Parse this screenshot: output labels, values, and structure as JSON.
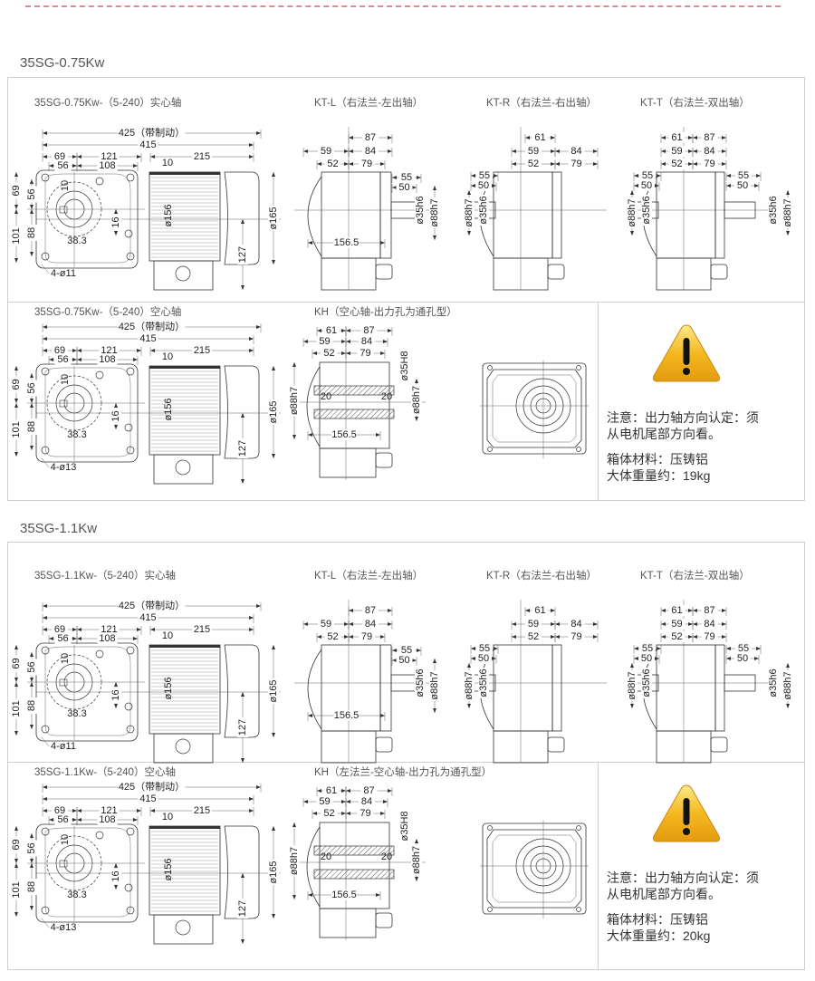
{
  "colors": {
    "top_rule": "#e08a8f",
    "border": "#cfcfcf",
    "warning_yellow": "#f5b820"
  },
  "sections": [
    {
      "title": "35SG-0.75Kw",
      "solid_caption": "35SG-0.75Kw-（5-240）实心轴",
      "ktl_caption": "KT-L（右法兰-左出轴）",
      "ktr_caption": "KT-R（右法兰-右出轴）",
      "ktt_caption": "KT-T（右法兰-双出轴）",
      "hollow_caption": "35SG-0.75Kw-（5-240）空心轴",
      "kh_caption": "KH（空心轴-出力孔为通孔型）",
      "front_solid": {
        "total_brake": "425（带制动）",
        "total": "415",
        "a": "69",
        "b": "121",
        "c": "215",
        "d": "56",
        "e": "108",
        "f": "10",
        "g": "10",
        "h1": "69",
        "h2": "56",
        "h3": "101",
        "h4": "88",
        "key": "16",
        "off": "38.3",
        "dia_motor": "ø156",
        "dia_fan": "ø165",
        "h127": "127",
        "holes": "4-ø11"
      },
      "front_hollow": {
        "total_brake": "425（带制动）",
        "total": "415",
        "a": "69",
        "b": "121",
        "c": "215",
        "d": "56",
        "e": "108",
        "f": "10",
        "g": "10",
        "h1": "69",
        "h2": "56",
        "h3": "101",
        "h4": "88",
        "key": "16",
        "off": "38.3",
        "dia_motor": "ø156",
        "dia_fan": "ø165",
        "h127": "127",
        "holes": "4-ø13"
      },
      "ktl": {
        "d87": "87",
        "d59": "59",
        "d84": "84",
        "d52": "79",
        "d52a": "52",
        "d55": "55",
        "d50": "50",
        "dia88": "ø88h7",
        "dia35": "ø35h6",
        "d156": "156.5"
      },
      "ktr": {
        "d61": "61",
        "d59": "59",
        "d84": "84",
        "d52a": "52",
        "d52": "79",
        "d55": "55",
        "d50": "50",
        "dia88": "ø88h7",
        "dia35": "ø35h6"
      },
      "ktt": {
        "d61": "61",
        "d87": "87",
        "d59": "59",
        "d84": "84",
        "d52a": "52",
        "d52": "79",
        "d55": "55",
        "d50": "50",
        "d55b": "55",
        "d50b": "50",
        "dia88": "ø88h7",
        "dia35": "ø35h6",
        "dia88b": "ø88h7",
        "dia35b": "ø35h6"
      },
      "kh": {
        "d61": "61",
        "d87": "87",
        "d59": "59",
        "d84": "84",
        "d52a": "52",
        "d52": "79",
        "dia35": "ø35H8",
        "dia88": "ø88h7",
        "d20a": "20",
        "d20b": "20",
        "dia88b": "ø88h7",
        "d156": "156.5"
      },
      "note": {
        "line1": "注意：出力轴方向认定：须",
        "line2": "从电机尾部方向看。",
        "material": "箱体材料：压铸铝",
        "weight": "大体重量约：19kg"
      }
    },
    {
      "title": "35SG-1.1Kw",
      "solid_caption": "35SG-1.1Kw-（5-240）实心轴",
      "ktl_caption": "KT-L（右法兰-左出轴）",
      "ktr_caption": "KT-R（右法兰-右出轴）",
      "ktt_caption": "KT-T（右法兰-双出轴）",
      "hollow_caption": "35SG-1.1Kw-（5-240）空心轴",
      "kh_caption": "KH（左法兰-空心轴-出力孔为通孔型）",
      "front_solid": {
        "total_brake": "425（带制动）",
        "total": "415",
        "a": "69",
        "b": "121",
        "c": "215",
        "d": "56",
        "e": "108",
        "f": "10",
        "g": "10",
        "h1": "69",
        "h2": "56",
        "h3": "101",
        "h4": "88",
        "key": "16",
        "off": "38.3",
        "dia_motor": "ø156",
        "dia_fan": "ø165",
        "h127": "127",
        "holes": "4-ø11"
      },
      "front_hollow": {
        "total_brake": "425（带制动）",
        "total": "415",
        "a": "69",
        "b": "121",
        "c": "215",
        "d": "56",
        "e": "108",
        "f": "10",
        "g": "10",
        "h1": "69",
        "h2": "56",
        "h3": "101",
        "h4": "88",
        "key": "16",
        "off": "38.3",
        "dia_motor": "ø156",
        "dia_fan": "ø165",
        "h127": "127",
        "holes": "4-ø13"
      },
      "ktl": {
        "d87": "87",
        "d59": "59",
        "d84": "84",
        "d52": "79",
        "d52a": "52",
        "d55": "55",
        "d50": "50",
        "dia88": "ø88h7",
        "dia35": "ø35h6",
        "d156": "156.5"
      },
      "ktr": {
        "d61": "61",
        "d59": "59",
        "d84": "84",
        "d52a": "52",
        "d52": "79",
        "d55": "55",
        "d50": "50",
        "dia88": "ø88h7",
        "dia35": "ø35h6"
      },
      "ktt": {
        "d61": "61",
        "d87": "87",
        "d59": "59",
        "d84": "84",
        "d52a": "52",
        "d52": "79",
        "d55": "55",
        "d50": "50",
        "d55b": "55",
        "d50b": "50",
        "dia88": "ø88h7",
        "dia35": "ø35h6",
        "dia88b": "ø88h7",
        "dia35b": "ø35h6"
      },
      "kh": {
        "d61": "61",
        "d87": "87",
        "d59": "59",
        "d84": "84",
        "d52a": "52",
        "d52": "79",
        "dia35": "ø35H8",
        "dia88": "ø88h7",
        "d20a": "20",
        "d20b": "20",
        "dia88b": "ø88h7",
        "d156": "156.5"
      },
      "note": {
        "line1": "注意：出力轴方向认定：须",
        "line2": "从电机尾部方向看。",
        "material": "箱体材料：压铸铝",
        "weight": "大体重量约：20kg"
      }
    }
  ]
}
